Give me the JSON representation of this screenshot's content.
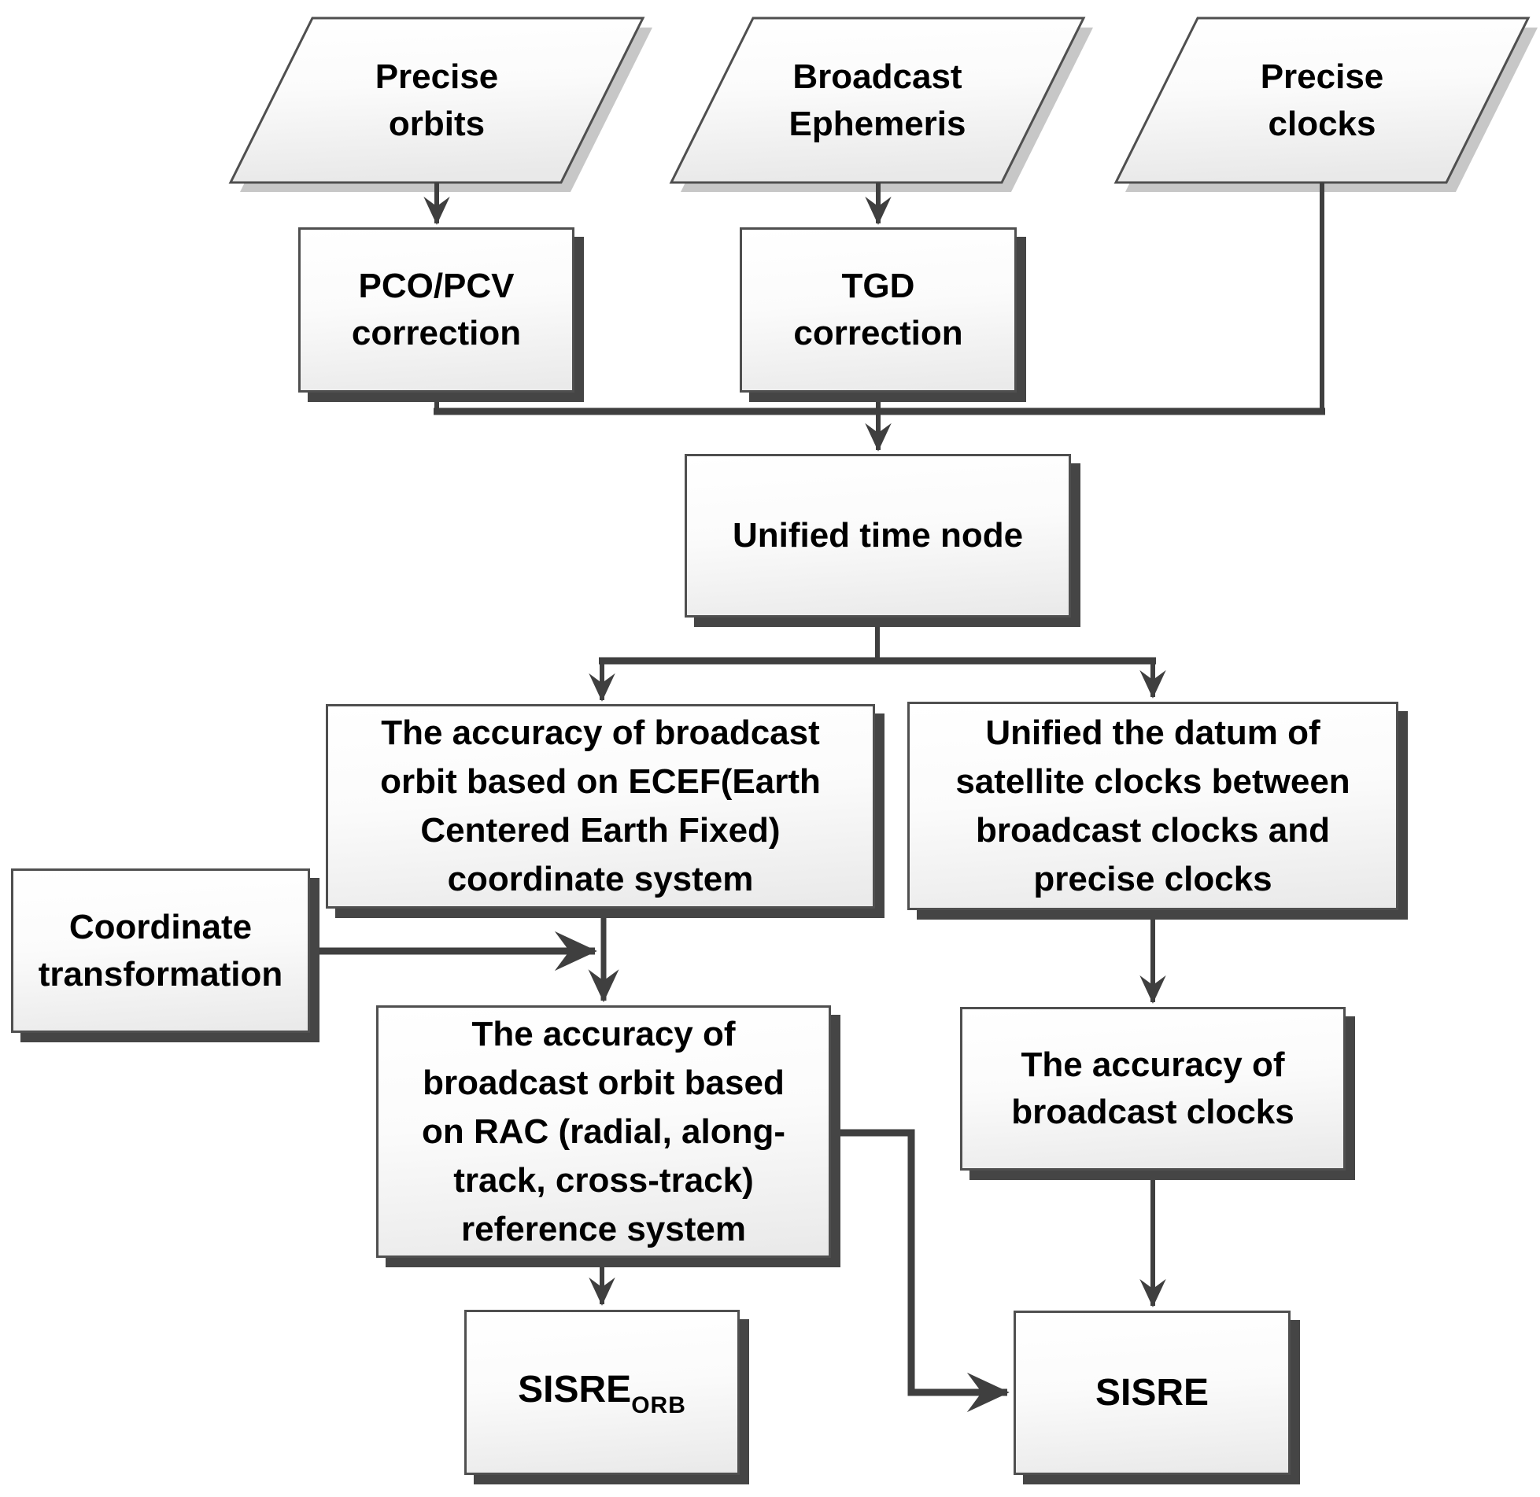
{
  "figure": {
    "type": "flowchart",
    "description": "SISRE computation flow for broadcast ephemeris assessment",
    "colors": {
      "background": "#ffffff",
      "line": "#3f3f3f",
      "box_border": "#4f4f4f",
      "box_fill_top": "#ffffff",
      "box_fill_bottom": "#e9e9e9",
      "box_shadow": "#454545",
      "parallelogram_shadow": "#c7c7c7",
      "text": "#000000"
    },
    "nodes": {
      "precise_orbits": {
        "shape": "parallelogram",
        "label": "Precise\norbits"
      },
      "broadcast_ephemeris": {
        "shape": "parallelogram",
        "label": "Broadcast\nEphemeris"
      },
      "precise_clocks": {
        "shape": "parallelogram",
        "label": "Precise\nclocks"
      },
      "pco_pcv_correction": {
        "shape": "process",
        "label": "PCO/PCV\ncorrection"
      },
      "tgd_correction": {
        "shape": "process",
        "label": "TGD\ncorrection"
      },
      "unified_time_node": {
        "shape": "process",
        "label": "Unified time node"
      },
      "orbit_accuracy_ecef": {
        "shape": "process",
        "label": "The accuracy of broadcast\norbit based on ECEF(Earth\nCentered Earth Fixed)\ncoordinate system"
      },
      "unified_clock_datum": {
        "shape": "process",
        "label": "Unified the datum of\nsatellite clocks between\nbroadcast clocks and\nprecise clocks"
      },
      "coordinate_transformation": {
        "shape": "process",
        "label": "Coordinate\ntransformation"
      },
      "orbit_accuracy_rac": {
        "shape": "process",
        "label": "The accuracy of\nbroadcast orbit based\non RAC (radial, along-\ntrack, cross-track)\nreference system"
      },
      "broadcast_clocks_accuracy": {
        "shape": "process",
        "label": "The accuracy of\nbroadcast clocks"
      },
      "sisre_orb": {
        "shape": "process",
        "label_main": "SISRE",
        "label_sub": "ORB"
      },
      "sisre": {
        "shape": "process",
        "label": "SISRE"
      }
    },
    "edges": [
      {
        "from": "precise_orbits",
        "to": "pco_pcv_correction",
        "arrow": true
      },
      {
        "from": "broadcast_ephemeris",
        "to": "tgd_correction",
        "arrow": true
      },
      {
        "from": "precise_clocks",
        "to": "merge_line",
        "arrow": false
      },
      {
        "from": "pco_pcv_correction",
        "to": "merge_line",
        "arrow": false
      },
      {
        "from": "merge_line",
        "to": "unified_time_node",
        "arrow": true
      },
      {
        "from": "unified_time_node",
        "to": "orbit_accuracy_ecef",
        "arrow": true
      },
      {
        "from": "unified_time_node",
        "to": "unified_clock_datum",
        "arrow": true
      },
      {
        "from": "coordinate_transformation",
        "to": "ecef_to_rac_line",
        "arrow": true
      },
      {
        "from": "orbit_accuracy_ecef",
        "to": "orbit_accuracy_rac",
        "arrow": true
      },
      {
        "from": "unified_clock_datum",
        "to": "broadcast_clocks_accuracy",
        "arrow": true
      },
      {
        "from": "orbit_accuracy_rac",
        "to": "sisre_orb",
        "arrow": true
      },
      {
        "from": "orbit_accuracy_rac",
        "to": "sisre",
        "arrow": true
      },
      {
        "from": "broadcast_clocks_accuracy",
        "to": "sisre",
        "arrow": true
      }
    ]
  }
}
